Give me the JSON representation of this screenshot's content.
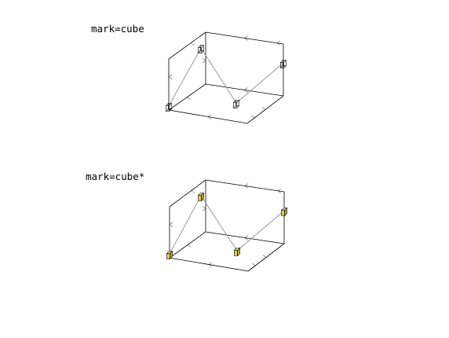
{
  "panels": [
    {
      "label": "mark=cube",
      "marker_style": "outline"
    },
    {
      "label": "mark=cube*",
      "marker_style": "filled"
    }
  ],
  "colors": {
    "box_edge": "#000000",
    "data_line": "#999999",
    "tick": "#8a8a8a",
    "mark_outline": "#000000",
    "mark_fill_front": "#dccb5a",
    "mark_fill_top": "#ece07c",
    "mark_fill_side": "#b8a53c"
  }
}
